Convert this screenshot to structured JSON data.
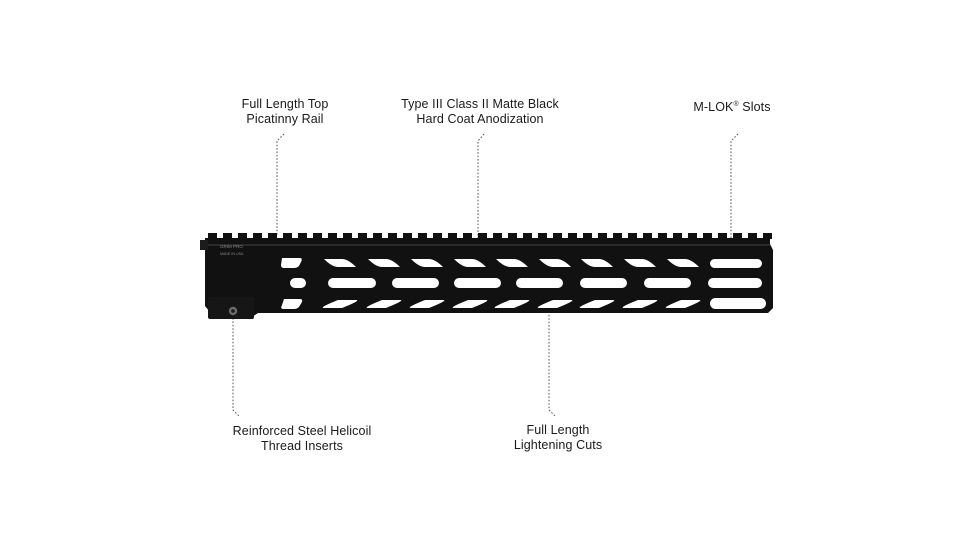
{
  "callouts": {
    "top_rail": {
      "line1": "Full Length Top",
      "line2": "Picatinny Rail"
    },
    "anodization": {
      "line1": "Type III Class II Matte Black",
      "line2": "Hard Coat Anodization"
    },
    "mlok": {
      "text": "M-LOK",
      "mark": "®",
      "suffix": " Slots"
    },
    "helicoil": {
      "line1": "Reinforced Steel Helicoil",
      "line2": "Thread Inserts"
    },
    "lightening": {
      "line1": "Full Length",
      "line2": "Lightening Cuts"
    }
  },
  "product": {
    "engraving_line1": "GRIM PRO",
    "engraving_line2": "MADE IN USA"
  },
  "colors": {
    "metal": "#111111",
    "metal_edge": "#2a2a2a",
    "cut": "#ffffff",
    "leader": "#555555"
  }
}
